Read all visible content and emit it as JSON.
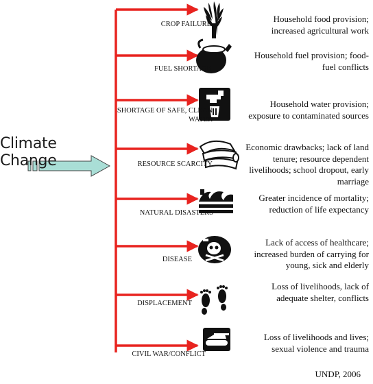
{
  "title": "Climate Change",
  "credit": "UNDP, 2006",
  "colors": {
    "connector": "#e8231f",
    "main_arrow_fill": "#a9ded6",
    "icon": "#111111"
  },
  "items": [
    {
      "label": "CROP FAILURE",
      "description": "Household food provision; increased agricultural work",
      "icon": "wheat-icon"
    },
    {
      "label": "FUEL SHORTAGE",
      "description": "Household fuel provision; food-fuel conflicts",
      "icon": "cooking-pot-icon"
    },
    {
      "label": "SHORTAGE OF SAFE, CLEAN WATER",
      "description": "Household water provision; exposure to contaminated sources",
      "icon": "water-tap-icon"
    },
    {
      "label": "RESOURCE SCARCITY",
      "description": "Economic drawbacks; lack of land tenure; resource dependent livelihoods; school dropout, early marriage",
      "icon": "wood-stack-icon"
    },
    {
      "label": "NATURAL DISASTERS",
      "description": "Greater incidence of mortality; reduction of life expectancy",
      "icon": "flood-wave-icon"
    },
    {
      "label": "DISEASE",
      "description": "Lack of access of healthcare; increased burden of carrying for young, sick and elderly",
      "icon": "skull-crossbones-icon"
    },
    {
      "label": "DISPLACEMENT",
      "description": "Loss of livelihoods, lack of adequate shelter, conflicts",
      "icon": "footprints-icon"
    },
    {
      "label": "CIVIL WAR/CONFLICT",
      "description": "Loss of livelihoods and lives; sexual violence and trauma",
      "icon": "tank-icon"
    }
  ]
}
